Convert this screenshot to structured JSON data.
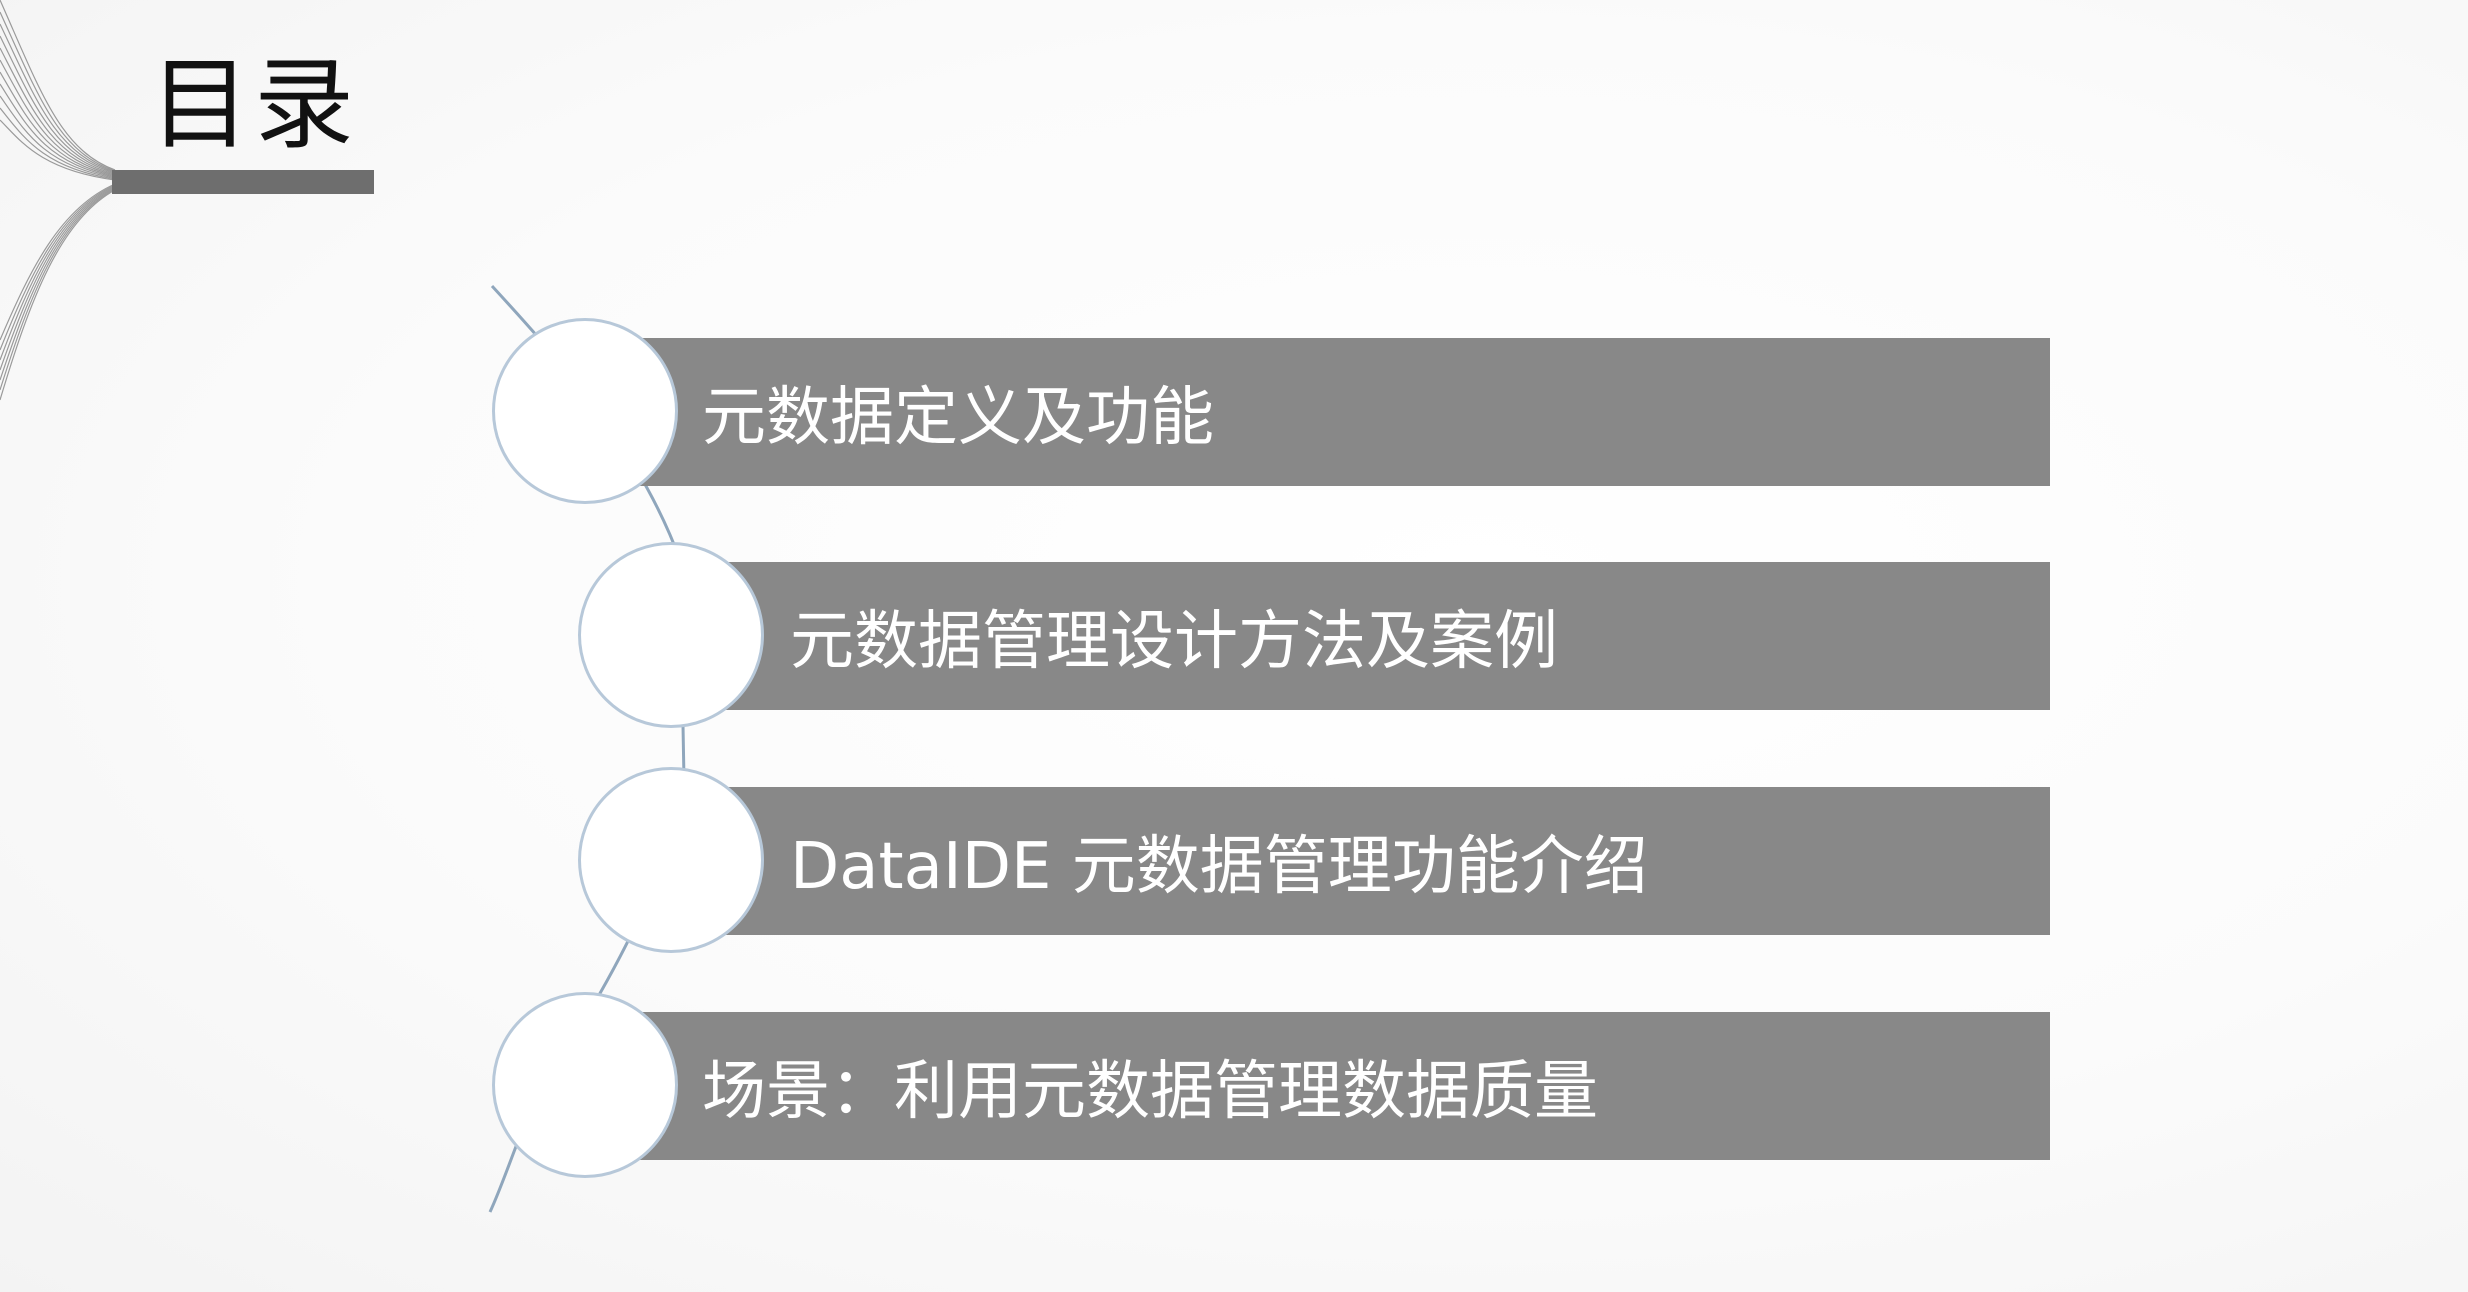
{
  "slide": {
    "title": "目录"
  },
  "toc": {
    "items": [
      {
        "label": "元数据定义及功能"
      },
      {
        "label": "元数据管理设计方法及案例"
      },
      {
        "label": "DataIDE 元数据管理功能介绍"
      },
      {
        "label": "场景：利用元数据管理数据质量"
      }
    ]
  },
  "colors": {
    "bar": "#888888",
    "title_bar": "#6e6e6e",
    "circle_border": "#b7c8d9",
    "connector": "#8fa6bc"
  }
}
